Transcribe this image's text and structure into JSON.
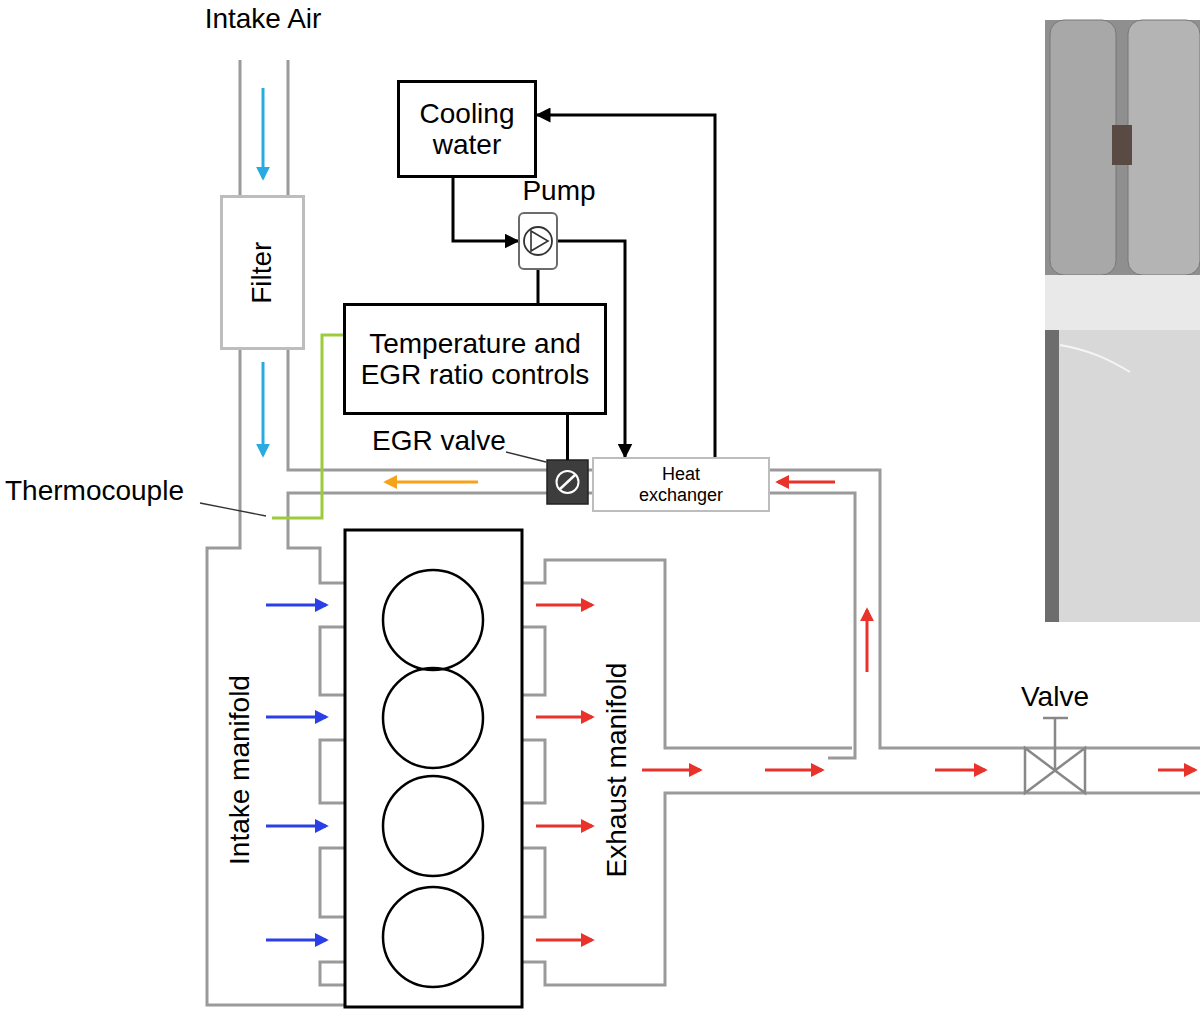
{
  "diagram": {
    "nodes": [
      {
        "text": [
          "Cooling water"
        ]
      },
      {
        "text": [
          "Pump"
        ]
      },
      {
        "text": [
          "Filter"
        ]
      },
      {
        "text": [
          "Temperature and EGR ratio controls"
        ]
      },
      {
        "text": [
          "EGR valve"
        ]
      },
      {
        "text": [
          "Heat exchanger"
        ]
      },
      {
        "text": [
          "Valve"
        ]
      }
    ],
    "edges": [
      {
        "from": 0,
        "to": 1,
        "arrow": "to"
      },
      {
        "from": 1,
        "to": 5,
        "arrow": "to"
      },
      {
        "from": 5,
        "to": 0,
        "arrow": "to"
      },
      {
        "from": 1,
        "to": 3,
        "arrow": "none"
      },
      {
        "from": 3,
        "to": 4,
        "arrow": "none"
      }
    ],
    "labels": [
      "Intake Air",
      "Thermocouple",
      "Intake manifold",
      "Exhaust manifold"
    ]
  }
}
